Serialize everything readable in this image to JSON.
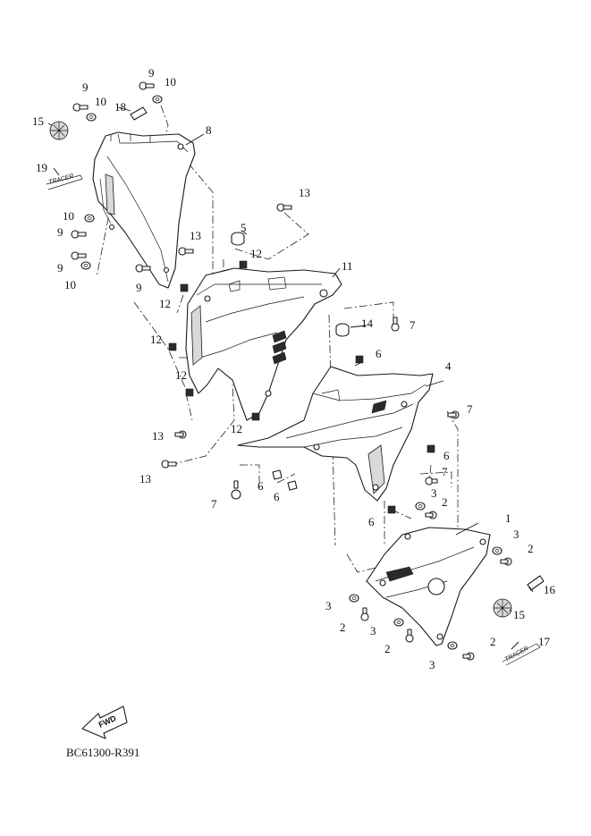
{
  "diagram": {
    "code": "BC61300-R391",
    "fwd_label": "FWD",
    "decal_text": "TRACER",
    "callouts": {
      "c1": "1",
      "c2a": "2",
      "c2b": "2",
      "c2c": "2",
      "c2d": "2",
      "c2e": "2",
      "c3a": "3",
      "c3b": "3",
      "c3c": "3",
      "c3d": "3",
      "c3e": "3",
      "c4": "4",
      "c5": "5",
      "c6a": "6",
      "c6b": "6",
      "c6c": "6",
      "c6d": "6",
      "c6e": "6",
      "c7a": "7",
      "c7b": "7",
      "c7c": "7",
      "c7d": "7",
      "c8": "8",
      "c9a": "9",
      "c9b": "9",
      "c9c": "9",
      "c9d": "9",
      "c9e": "9",
      "c10a": "10",
      "c10b": "10",
      "c10c": "10",
      "c10d": "10",
      "c11": "11",
      "c12a": "12",
      "c12b": "12",
      "c12c": "12",
      "c12d": "12",
      "c12e": "12",
      "c13a": "13",
      "c13b": "13",
      "c13c": "13",
      "c13d": "13",
      "c14": "14",
      "c15a": "15",
      "c15b": "15",
      "c16": "16",
      "c17": "17",
      "c18": "18",
      "c19": "19"
    }
  }
}
